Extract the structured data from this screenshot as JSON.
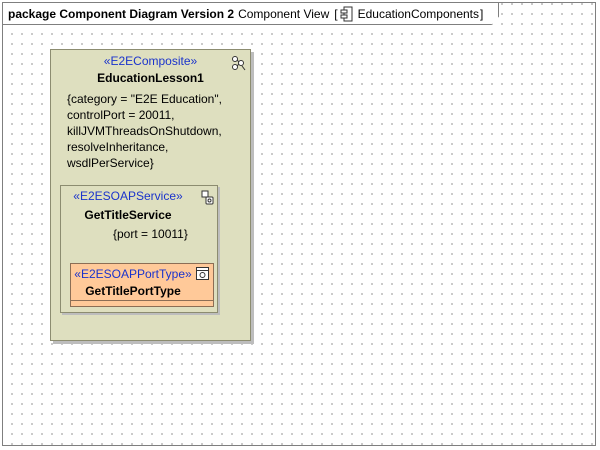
{
  "header": {
    "prefix": "package Component Diagram Version 2",
    "view": "Component View",
    "open_bracket": "[",
    "context": "EducationComponents",
    "close_bracket": "]",
    "context_icon": "component-icon"
  },
  "composite": {
    "stereotype": "«E2EComposite»",
    "name": "EducationLesson1",
    "icon": "composite-structure-icon",
    "properties": [
      "{category = \"E2E Education\",",
      "controlPort = 20011,",
      "killJVMThreadsOnShutdown,",
      "resolveInheritance,",
      "wsdlPerService}"
    ]
  },
  "service": {
    "stereotype": "«E2ESOAPService»",
    "name": "GetTitleService",
    "tagged": "{port = 10011}",
    "icon": "soap-service-icon"
  },
  "port_type": {
    "stereotype": "«E2ESOAPPortType»",
    "name": "GetTitlePortType",
    "icon": "port-type-icon"
  },
  "colors": {
    "composite_fill": "#dedfbf",
    "port_fill": "#ffc999",
    "stereotype_text": "#1a33cc"
  }
}
